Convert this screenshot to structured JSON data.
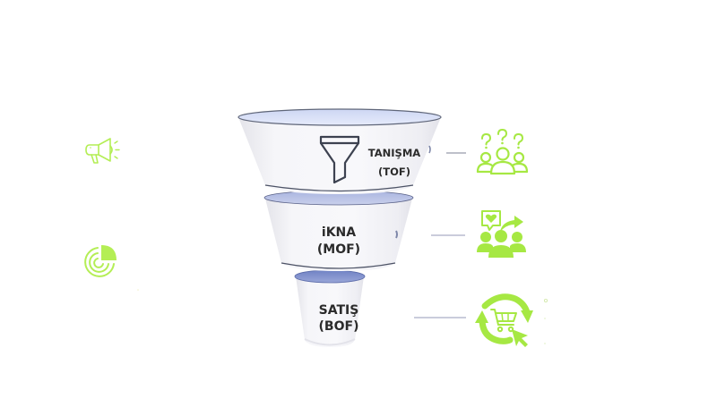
{
  "diagram": {
    "type": "marketing-funnel",
    "stages": [
      {
        "id": "tof",
        "title": "TANIŞMA",
        "code": "(TOF)",
        "center_icon": "funnel-icon",
        "right_icon": "questioning-people-icon"
      },
      {
        "id": "mof",
        "title": "iKNA",
        "code": "(MOF)",
        "right_icon": "engaged-audience-share-icon"
      },
      {
        "id": "bof",
        "title": "SATIŞ",
        "code": "(BOF)",
        "right_icon": "cart-cycle-icon"
      }
    ],
    "left_icons": [
      "megaphone-icon",
      "target-pie-icon"
    ]
  },
  "colors": {
    "accent_green": "#a6e843",
    "funnel_body": "#f4f4f7",
    "funnel_rim_light": "#dfe5f7",
    "funnel_rim_mid": "#b9c2e2",
    "funnel_rim_dark": "#7d8dc6",
    "connector_line": "#b8bbcf",
    "label_text": "#2b2b2b"
  }
}
